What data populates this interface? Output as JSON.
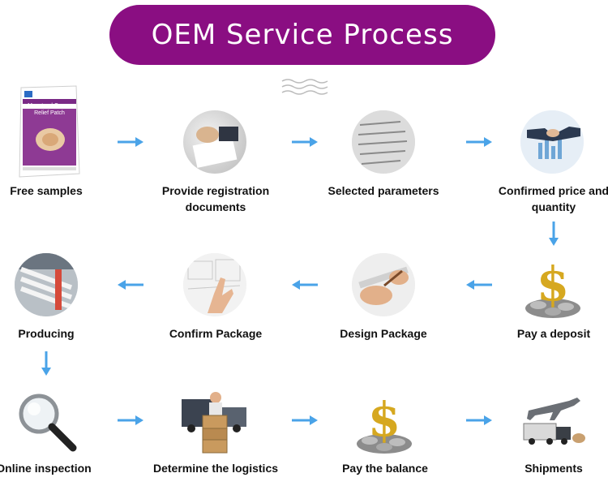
{
  "title": "OEM Service Process",
  "product_box": {
    "line1": "Menstrual Cramp",
    "line2": "Relief Patch"
  },
  "steps": [
    {
      "label": "Free samples",
      "icon": "product-box-icon"
    },
    {
      "label": "Provide registration documents",
      "icon": "documents-icon"
    },
    {
      "label": "Selected parameters",
      "icon": "form-paper-icon"
    },
    {
      "label": "Confirmed price and quantity",
      "icon": "handshake-icon"
    },
    {
      "label": "Pay a deposit",
      "icon": "dollar-coins-icon"
    },
    {
      "label": "Design Package",
      "icon": "drawing-hand-icon"
    },
    {
      "label": "Confirm Package",
      "icon": "sketch-hand-icon"
    },
    {
      "label": "Producing",
      "icon": "factory-machine-icon"
    },
    {
      "label": "Online inspection",
      "icon": "magnifier-icon"
    },
    {
      "label": "Determine the logistics",
      "icon": "courier-boxes-icon"
    },
    {
      "label": "Pay the balance",
      "icon": "dollar-coins-icon"
    },
    {
      "label": "Shipments",
      "icon": "plane-truck-icon"
    }
  ],
  "colors": {
    "title_bg": "#8a0e82",
    "arrow": "#4aa3e8",
    "text": "#111111"
  }
}
